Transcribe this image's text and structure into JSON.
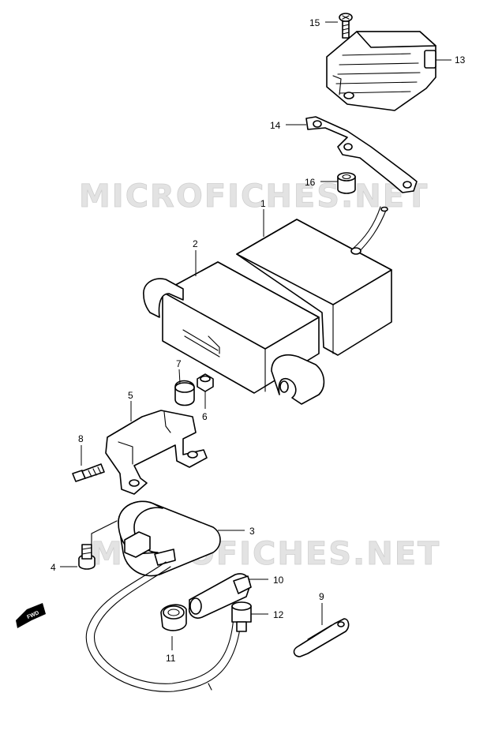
{
  "watermarks": [
    "MICROFICHES.NET",
    "MICROFICHES.NET"
  ],
  "direction_marker": "FWD",
  "callouts": [
    "1",
    "2",
    "3",
    "4",
    "5",
    "6",
    "7",
    "8",
    "9",
    "10",
    "11",
    "12",
    "13",
    "14",
    "15",
    "16"
  ],
  "colors": {
    "line": "#000000",
    "background": "#ffffff",
    "watermark": "#e3e3e3"
  }
}
